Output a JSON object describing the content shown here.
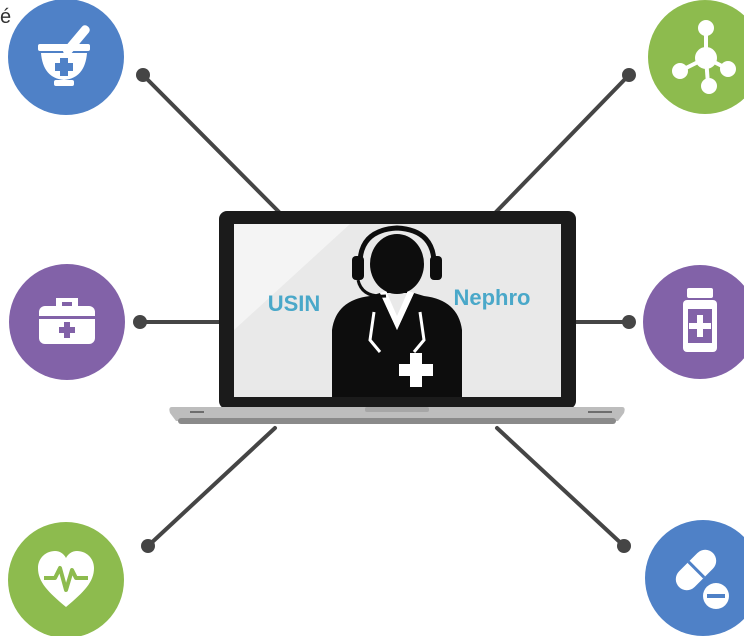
{
  "corner_text": "é",
  "screen": {
    "left_label": "USIN",
    "right_label": "Nephro"
  },
  "colors": {
    "blue": "#4f81c7",
    "green": "#8dbb4e",
    "purple": "#8262a8",
    "line": "#454545",
    "label": "#4aa8c9",
    "laptop_frame": "#1b1b1b",
    "screen_bg": "#e9e9e9",
    "laptop_base": "#bdbdbd"
  },
  "nodes": [
    {
      "name": "mortar-pestle-node",
      "icon": "mortar-pestle-icon",
      "color": "blue"
    },
    {
      "name": "molecule-node",
      "icon": "molecule-icon",
      "color": "green"
    },
    {
      "name": "medical-kit-node",
      "icon": "medical-kit-icon",
      "color": "purple"
    },
    {
      "name": "medicine-bottle-node",
      "icon": "medicine-bottle-icon",
      "color": "purple"
    },
    {
      "name": "heart-pulse-node",
      "icon": "heart-pulse-icon",
      "color": "green"
    },
    {
      "name": "pills-node",
      "icon": "pills-icon",
      "color": "blue"
    }
  ]
}
